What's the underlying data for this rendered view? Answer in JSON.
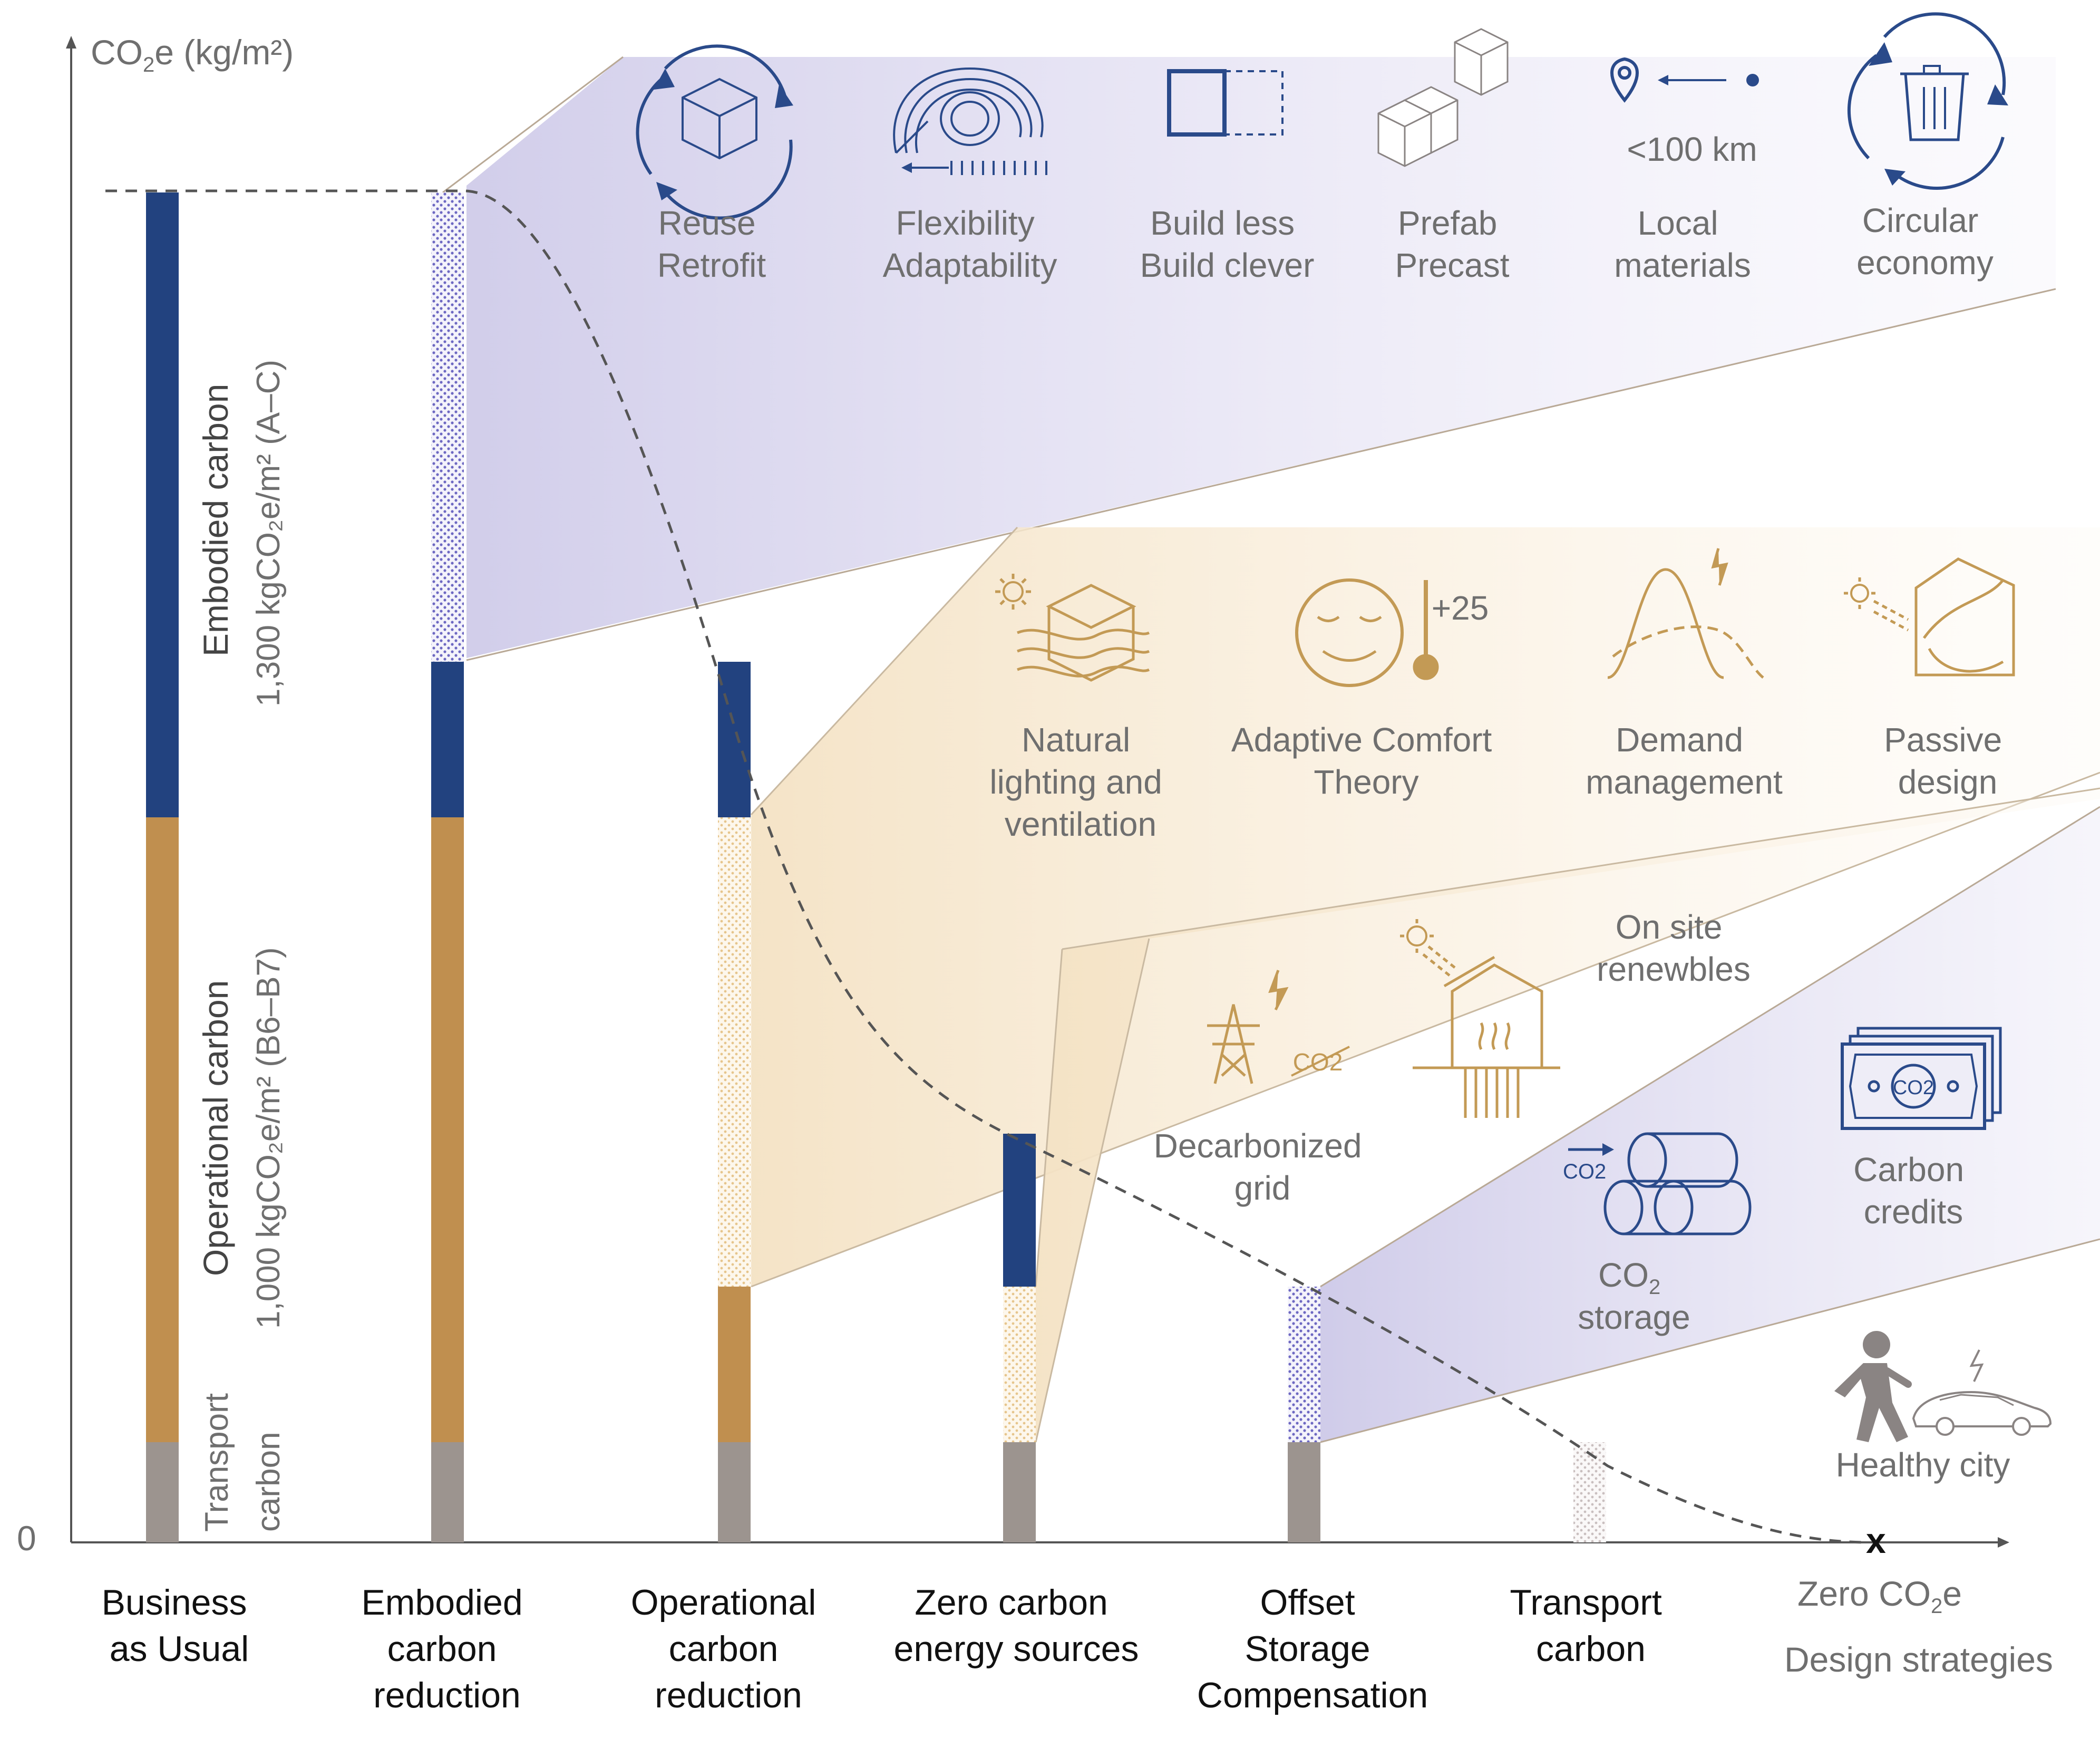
{
  "axis": {
    "y_label_main": "CO",
    "y_label_sub": "2",
    "y_label_rest": "e (kg/m²)",
    "zero": "0",
    "x_end_main": "Zero CO",
    "x_end_sub": "2",
    "x_end_rest": "e",
    "x_end_caption": "Design strategies",
    "end_marker": "x"
  },
  "side_labels": {
    "embodied_title": "Embodied carbon",
    "embodied_value": "1,300 kgCO₂e/m² (A–C)",
    "operational_title": "Operational carbon",
    "operational_value": "1,000 kgCO₂e/m² (B6–B7)",
    "transport_line1": "Transport",
    "transport_line2": "carbon"
  },
  "categories": [
    [
      "Business",
      "as Usual"
    ],
    [
      "Embodied",
      "carbon",
      "reduction"
    ],
    [
      "Operational",
      "carbon",
      "reduction"
    ],
    [
      "Zero carbon",
      "energy sources"
    ],
    [
      "Offset",
      "Storage",
      "Compensation"
    ],
    [
      "Transport",
      "carbon"
    ]
  ],
  "colors": {
    "embodied": "#22427f",
    "operational": "#c08f4f",
    "transport": "#9c948f",
    "embodied_light": "#7d78c8",
    "operational_light": "#e9c98f",
    "transport_light": "#c7bfbf",
    "icon_blue": "#2a4a8a",
    "icon_gold": "#c39a55",
    "icon_gray": "#8a8483"
  },
  "strategies": {
    "embodied": [
      {
        "icon": "recycle-cube-icon",
        "line1": "Reuse",
        "line2": "Retrofit"
      },
      {
        "icon": "coil-icon",
        "line1": "Flexibility",
        "line2": "Adaptability"
      },
      {
        "icon": "extendable-box-icon",
        "line1": "Build less",
        "line2": "Build clever"
      },
      {
        "icon": "stacked-cubes-icon",
        "line1": "Prefab",
        "line2": "Precast"
      },
      {
        "icon": "location-pin-icon",
        "line1": "Local",
        "line2": "materials",
        "note": "<100 km"
      },
      {
        "icon": "recycle-bin-icon",
        "line1": "Circular",
        "line2": "economy"
      }
    ],
    "operational": [
      {
        "icon": "sun-layers-icon",
        "line1": "Natural",
        "line2": "lighting and",
        "line3": "ventilation"
      },
      {
        "icon": "smiley-thermometer-icon",
        "line1": "Adaptive Comfort",
        "line2": "Theory",
        "note": "+25"
      },
      {
        "icon": "demand-curve-icon",
        "line1": "Demand",
        "line2": "management"
      },
      {
        "icon": "passive-house-icon",
        "line1": "Passive",
        "line2": "design"
      }
    ],
    "energy": [
      {
        "icon": "pylon-icon",
        "line1": "Decarbonized",
        "line2": "grid",
        "note": "CO2"
      },
      {
        "icon": "solar-house-icon",
        "line1": "On site",
        "line2": "renewbles"
      }
    ],
    "offset": [
      {
        "icon": "logs-storage-icon",
        "line1_main": "CO",
        "line1_sub": "2",
        "line2": "storage",
        "note": "CO2"
      },
      {
        "icon": "banknotes-icon",
        "line1": "Carbon",
        "line2": "credits",
        "note": "CO2"
      }
    ],
    "transport": [
      {
        "icon": "walker-car-icon",
        "line1": "Healthy city"
      }
    ]
  }
}
